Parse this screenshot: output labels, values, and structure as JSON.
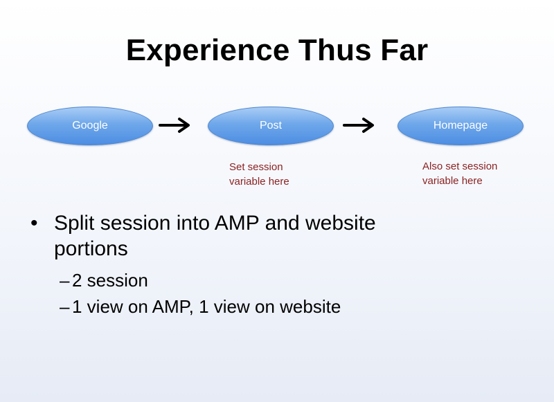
{
  "title": "Experience Thus Far",
  "flow": {
    "nodes": [
      "Google",
      "Post",
      "Homepage"
    ],
    "notes": {
      "post": [
        "Set session",
        "variable here"
      ],
      "homepage": [
        "Also set session",
        "variable here"
      ]
    }
  },
  "bullets": {
    "main": {
      "marker": "•",
      "lines": [
        "Split session into AMP and website",
        "portions"
      ]
    },
    "subs": [
      {
        "marker": "–",
        "text": "2 session"
      },
      {
        "marker": "–",
        "text": "1 view on AMP, 1 view on website"
      }
    ]
  },
  "colors": {
    "node_fill": "#6ea7ea",
    "node_text": "#ffffff",
    "note_text": "#8b2222",
    "title_text": "#000000"
  }
}
